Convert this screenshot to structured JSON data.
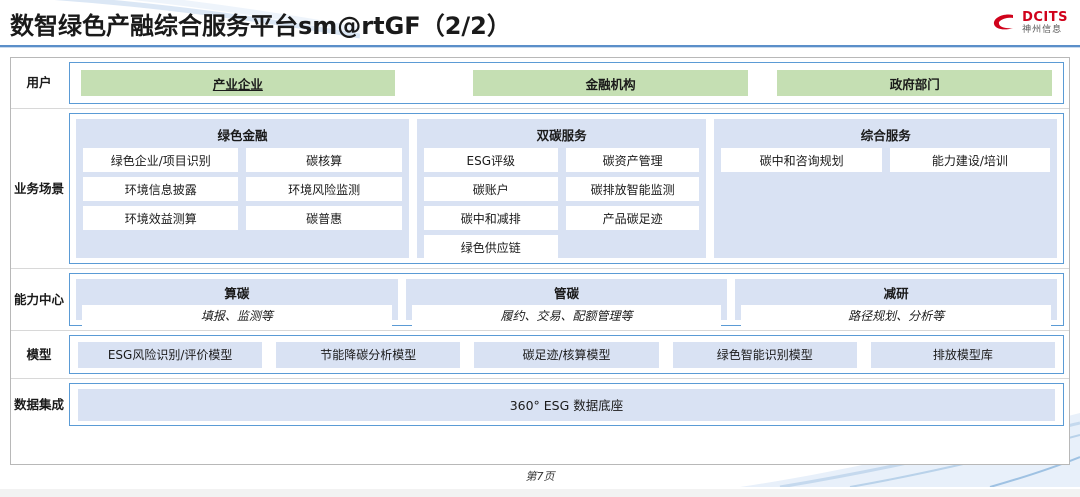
{
  "header": {
    "title": "数智绿色产融综合服务平台sm@rtGF（2/2）",
    "logo_en": "DCITS",
    "logo_cn": "神州信息"
  },
  "colors": {
    "user_green": "#c5dfb3",
    "panel_blue": "#d9e2f3",
    "border_blue": "#5b9bd5",
    "accent_rule": "#5b8fc9",
    "logo_red": "#d0021b"
  },
  "rows": {
    "users": {
      "label": "用户",
      "items": [
        {
          "label": "产业企业"
        },
        {
          "label": "金融机构"
        },
        {
          "label": "政府部门"
        }
      ]
    },
    "scenarios": {
      "label": "业务场景",
      "groups": [
        {
          "title": "绿色金融",
          "items": [
            "绿色企业/项目识别",
            "碳核算",
            "环境信息披露",
            "环境风险监测",
            "环境效益测算",
            "碳普惠"
          ]
        },
        {
          "title": "双碳服务",
          "items": [
            "ESG评级",
            "碳资产管理",
            "碳账户",
            "碳排放智能监测",
            "碳中和减排",
            "产品碳足迹",
            "绿色供应链"
          ]
        },
        {
          "title": "综合服务",
          "items": [
            "碳中和咨询规划",
            "能力建设/培训"
          ]
        }
      ]
    },
    "capability": {
      "label": "能力中心",
      "groups": [
        {
          "title": "算碳",
          "subtitle": "填报、监测等"
        },
        {
          "title": "管碳",
          "subtitle": "履约、交易、配额管理等"
        },
        {
          "title": "减研",
          "subtitle": "路径规划、分析等"
        }
      ]
    },
    "model": {
      "label": "模型",
      "items": [
        "ESG风险识别/评价模型",
        "节能降碳分析模型",
        "碳足迹/核算模型",
        "绿色智能识别模型",
        "排放模型库"
      ]
    },
    "data": {
      "label": "数据集成",
      "item": "360° ESG 数据底座"
    }
  },
  "footer": {
    "page": "第7页"
  }
}
